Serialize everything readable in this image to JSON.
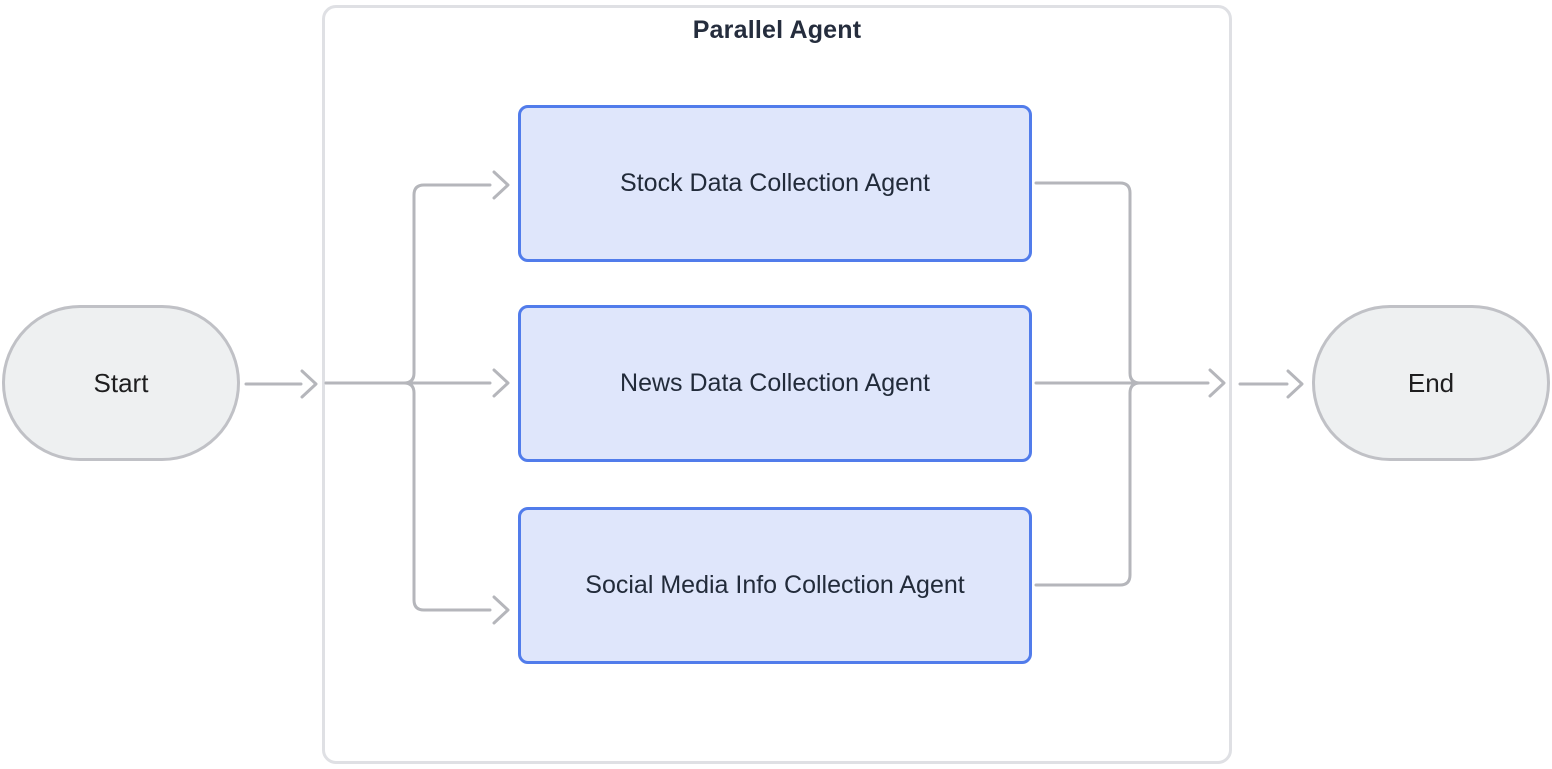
{
  "diagram": {
    "title": "Parallel Agent",
    "start": {
      "label": "Start"
    },
    "end": {
      "label": "End"
    },
    "agents": [
      {
        "label": "Stock Data Collection Agent"
      },
      {
        "label": "News Data Collection Agent"
      },
      {
        "label": "Social Media Info Collection Agent"
      }
    ]
  },
  "colors": {
    "canvas_bg": "#ffffff",
    "edge": "#b5b6bb",
    "container_border": "#dfe0e4",
    "title_text": "#252d3d",
    "agent_fill": "#dfe6fb",
    "agent_border": "#517ceb",
    "agent_text": "#222b3a",
    "terminal_fill": "#eef0f1",
    "terminal_border": "#c0c1c6",
    "terminal_text": "#1e1e1f"
  }
}
